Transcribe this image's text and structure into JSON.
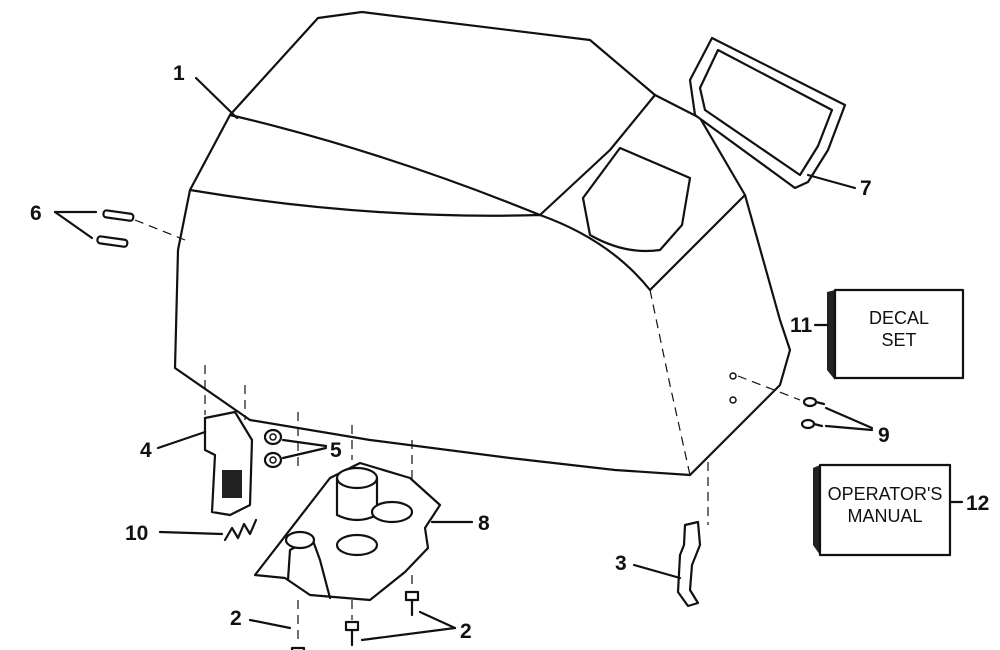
{
  "callouts": {
    "c1": "1",
    "c2a": "2",
    "c2b": "2",
    "c3": "3",
    "c4": "4",
    "c5": "5",
    "c6": "6",
    "c7": "7",
    "c8": "8",
    "c9": "9",
    "c10": "10",
    "c11": "11",
    "c12": "12"
  },
  "decal_box": {
    "line1": "DECAL",
    "line2": "SET"
  },
  "manual_box": {
    "line1": "OPERATOR'S",
    "line2": "MANUAL"
  }
}
